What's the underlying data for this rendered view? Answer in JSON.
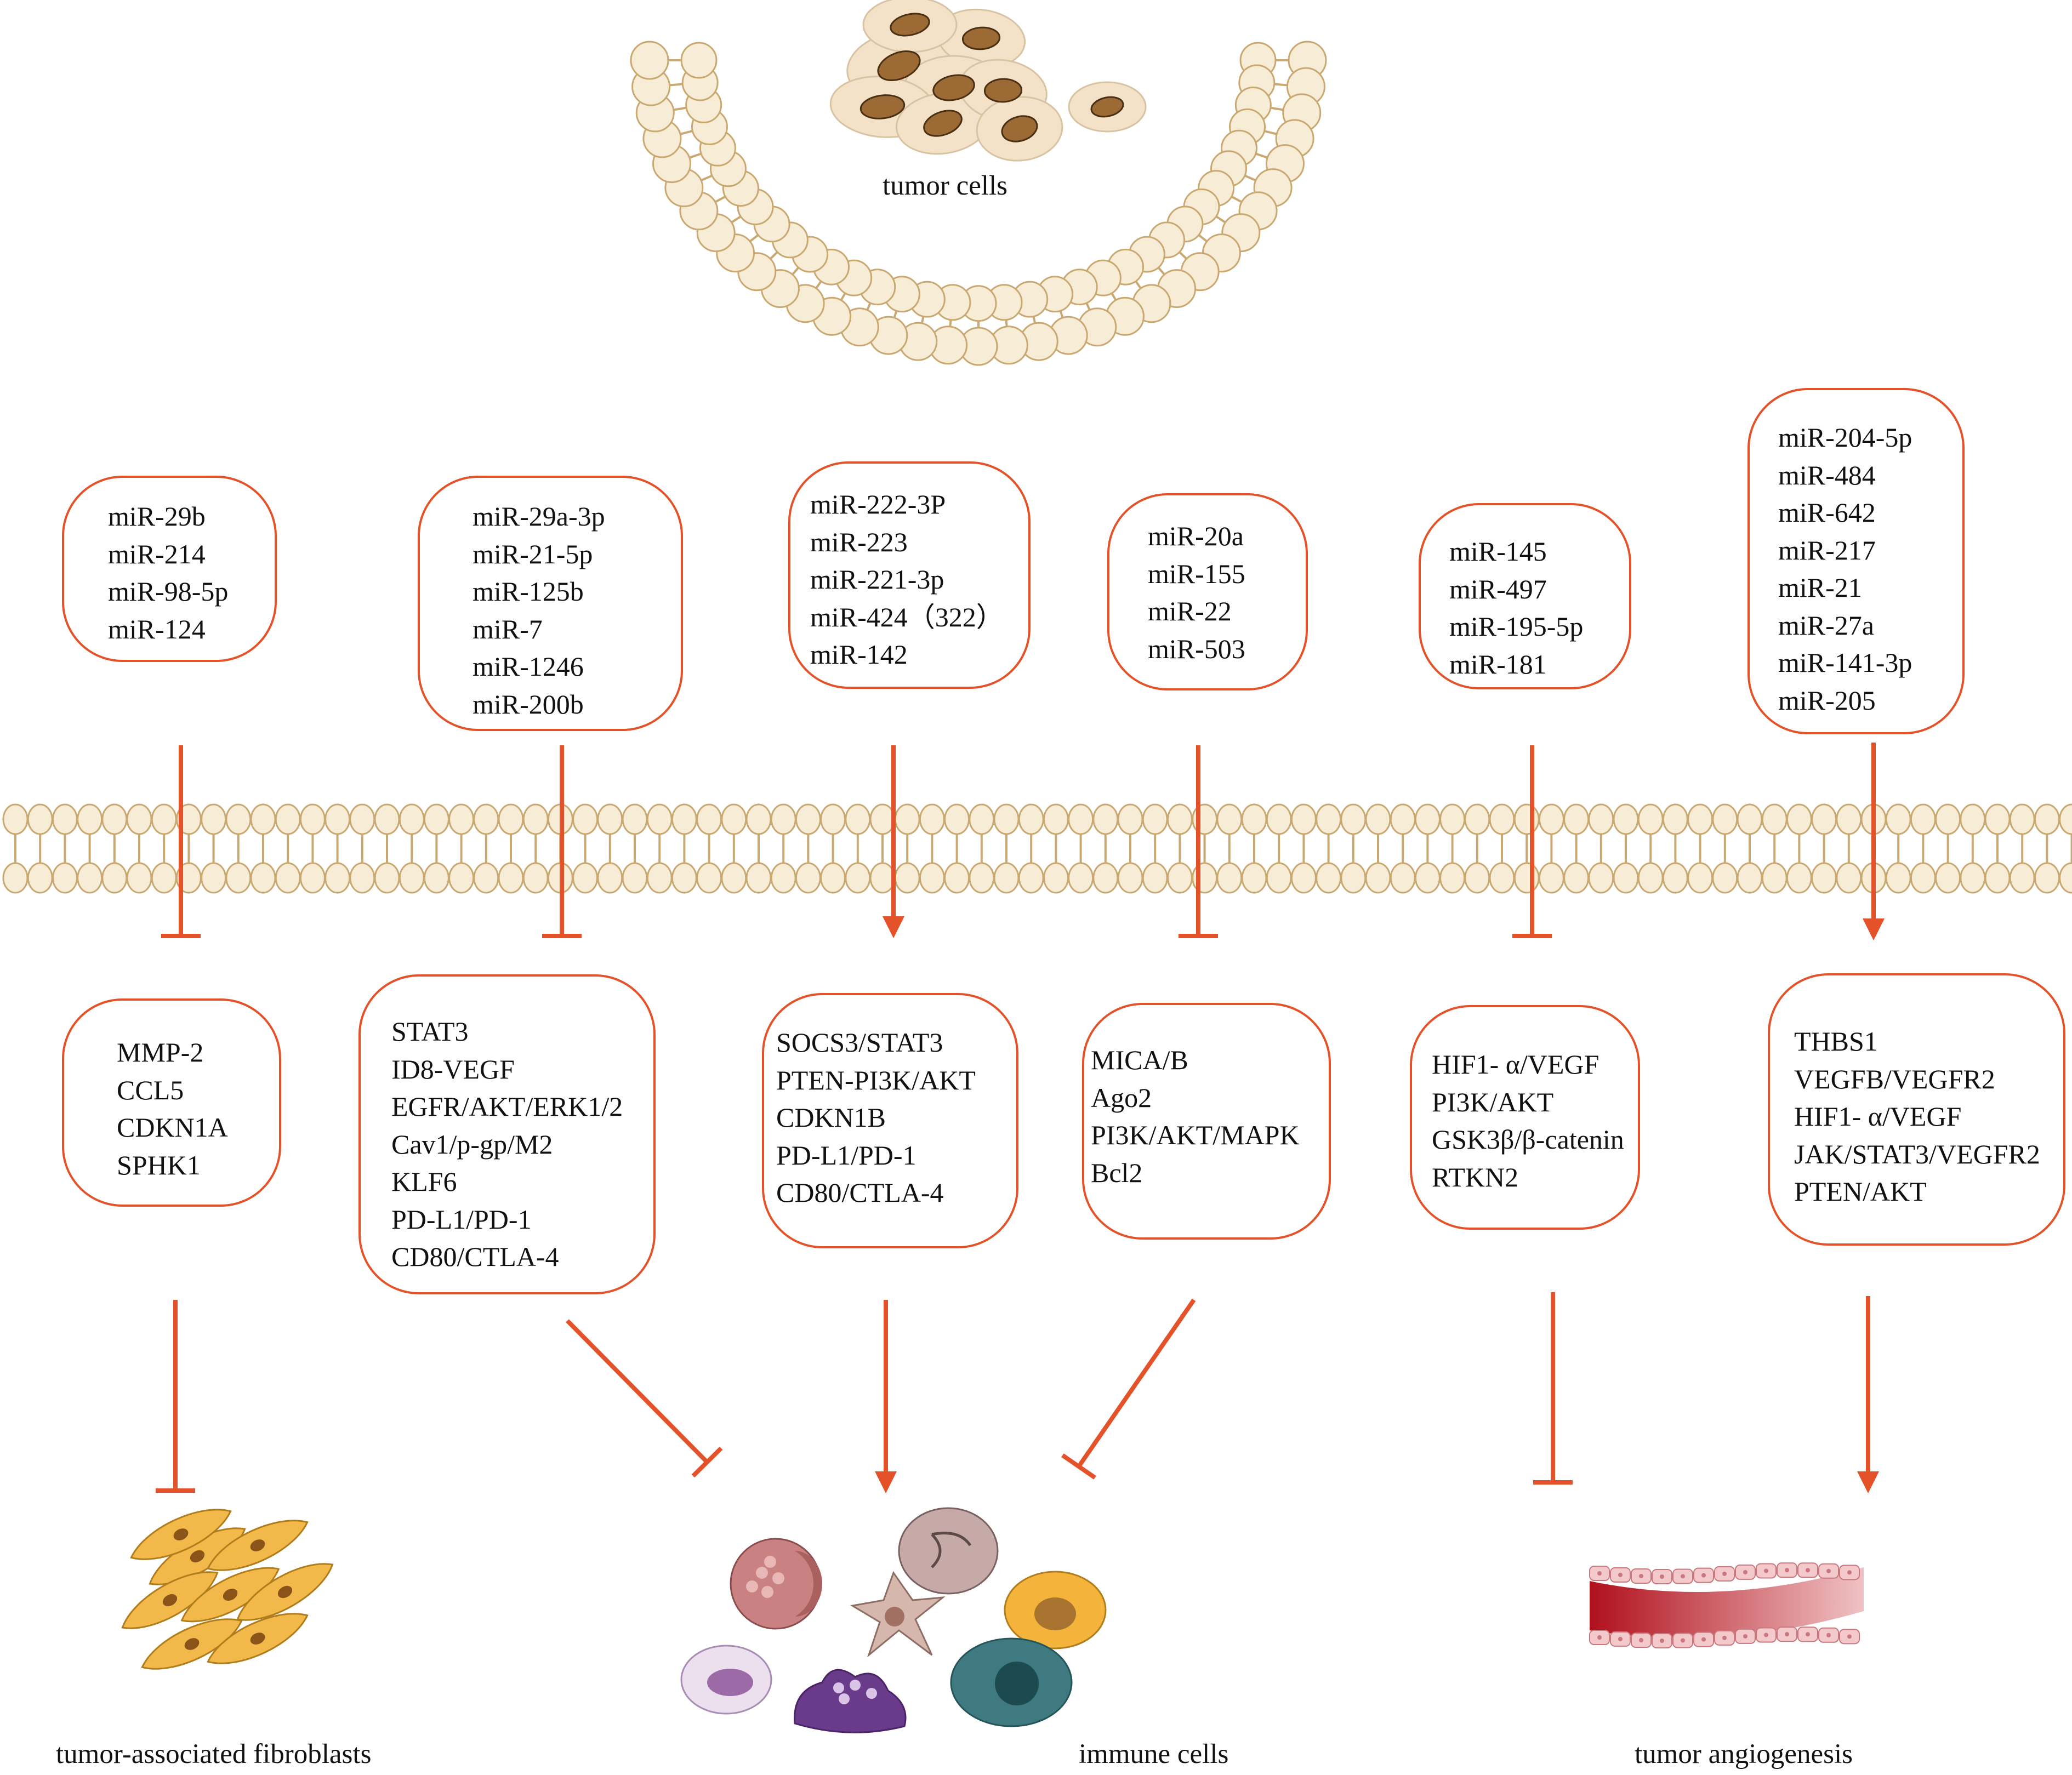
{
  "labels": {
    "tumor_cells": "tumor cells",
    "fibroblasts": "tumor-associated fibroblasts",
    "immune_cells": "immune cells",
    "angiogenesis": "tumor angiogenesis"
  },
  "mirna_boxes": [
    {
      "items": [
        "miR-29b",
        "miR-214",
        "miR-98-5p",
        "miR-124"
      ]
    },
    {
      "items": [
        "miR-29a-3p",
        "miR-21-5p",
        "miR-125b",
        "miR-7",
        "miR-1246",
        "miR-200b"
      ]
    },
    {
      "items": [
        "miR-222-3P",
        "miR-223",
        "miR-221-3p",
        "miR-424（322）",
        "miR-142"
      ]
    },
    {
      "items": [
        "miR-20a",
        "miR-155",
        "miR-22",
        "miR-503"
      ]
    },
    {
      "items": [
        "miR-145",
        "miR-497",
        "miR-195-5p",
        "miR-181"
      ]
    },
    {
      "items": [
        "miR-204-5p",
        "miR-484",
        "miR-642",
        "miR-217",
        "miR-21",
        "miR-27a",
        "miR-141-3p",
        "miR-205"
      ]
    }
  ],
  "target_boxes": [
    {
      "items": [
        "MMP-2",
        "CCL5",
        "CDKN1A",
        "SPHK1"
      ]
    },
    {
      "items": [
        "STAT3",
        "ID8-VEGF",
        "EGFR/AKT/ERK1/2",
        "Cav1/p-gp/M2",
        "KLF6",
        "PD-L1/PD-1",
        "CD80/CTLA-4"
      ]
    },
    {
      "items": [
        "SOCS3/STAT3",
        "PTEN-PI3K/AKT",
        "CDKN1B",
        "PD-L1/PD-1",
        "CD80/CTLA-4"
      ]
    },
    {
      "items": [
        "MICA/B",
        "Ago2",
        "PI3K/AKT/MAPK",
        "Bcl2"
      ]
    },
    {
      "items": [
        "HIF1- α/VEGF",
        "PI3K/AKT",
        "GSK3β/β-catenin",
        "RTKN2"
      ]
    },
    {
      "items": [
        "THBS1",
        "VEGFB/VEGFR2",
        "HIF1- α/VEGF",
        "JAK/STAT3/VEGFR2",
        "PTEN/AKT"
      ]
    }
  ],
  "colors": {
    "accent": "#e4522a",
    "lipid_fill": "#f7ecd6",
    "lipid_stroke": "#c9a971"
  }
}
